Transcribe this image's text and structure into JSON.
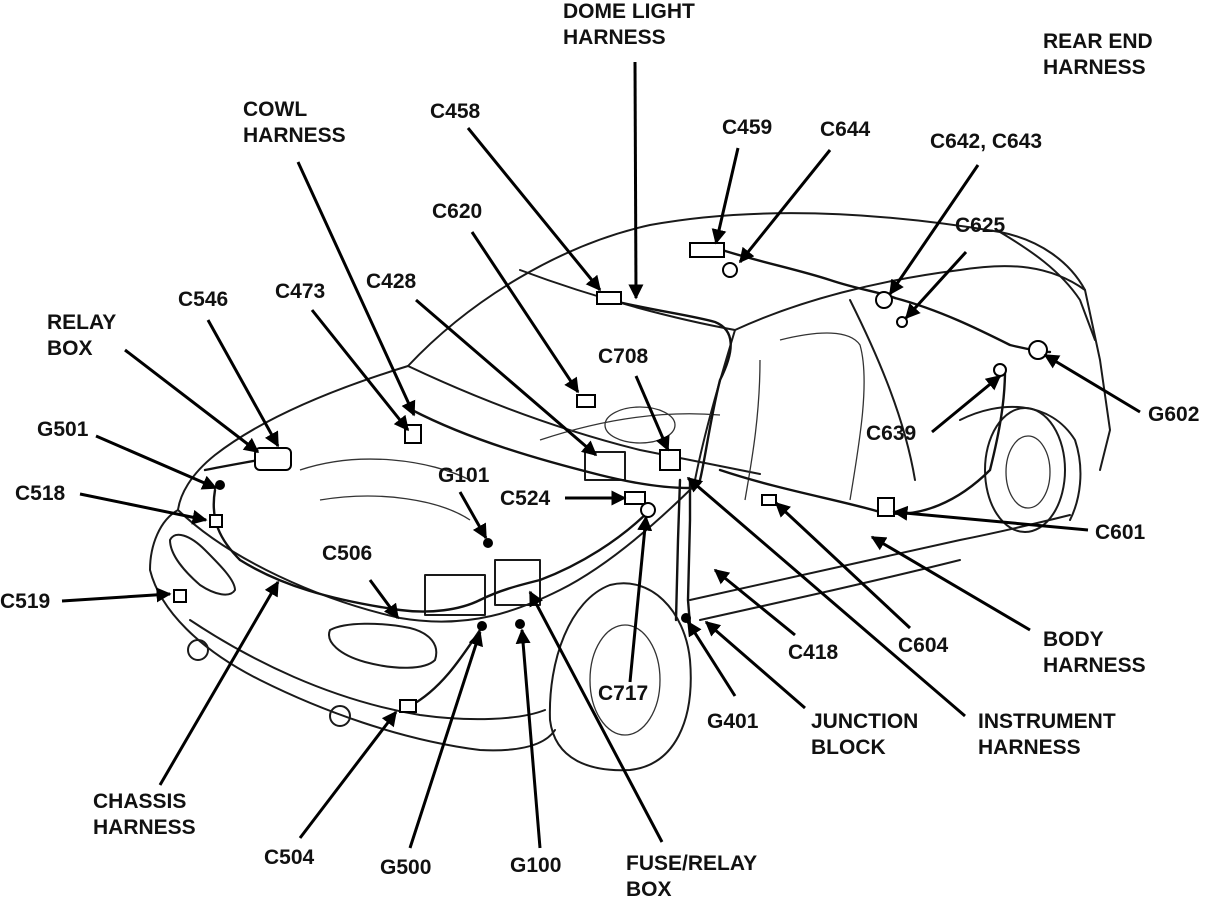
{
  "diagram": {
    "labels": {
      "dome_light_harness": [
        "DOME LIGHT",
        "HARNESS"
      ],
      "rear_end_harness": [
        "REAR END",
        "HARNESS"
      ],
      "cowl_harness": [
        "COWL",
        "HARNESS"
      ],
      "c458": "C458",
      "c459": "C459",
      "c644": "C644",
      "c642_c643": "C642, C643",
      "c620": "C620",
      "c625": "C625",
      "c428": "C428",
      "c473": "C473",
      "c546": "C546",
      "relay_box": [
        "RELAY",
        "BOX"
      ],
      "c708": "C708",
      "g602": "G602",
      "c639": "C639",
      "g501": "G501",
      "g101": "G101",
      "c524": "C524",
      "c518": "C518",
      "c601": "C601",
      "c506": "C506",
      "c519": "C519",
      "c418": "C418",
      "c604": "C604",
      "body_harness": [
        "BODY",
        "HARNESS"
      ],
      "c717": "C717",
      "g401": "G401",
      "junction_block": [
        "JUNCTION",
        "BLOCK"
      ],
      "instrument_harness": [
        "INSTRUMENT",
        "HARNESS"
      ],
      "chassis_harness": [
        "CHASSIS",
        "HARNESS"
      ],
      "c504": "C504",
      "g500": "G500",
      "g100": "G100",
      "fuse_relay_box": [
        "FUSE/RELAY",
        "BOX"
      ]
    }
  }
}
